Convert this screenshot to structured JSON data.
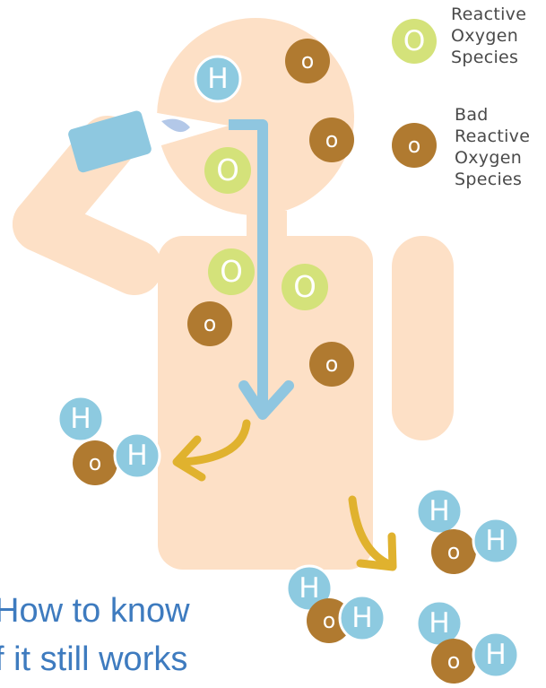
{
  "legend": {
    "ros": {
      "lines": [
        "Reactive",
        "Oxygen",
        "Species"
      ],
      "symbol": "O",
      "color": "#d4e27a"
    },
    "bad_ros": {
      "lines": [
        "Bad",
        "Reactive",
        "Oxygen",
        "Species"
      ],
      "symbol": "o",
      "color": "#b07a30"
    }
  },
  "atoms": {
    "hydrogen": "H",
    "oxygen_bad": "o",
    "oxygen_good": "O"
  },
  "caption": {
    "line1": "How to know",
    "line2": "f it still works"
  },
  "colors": {
    "body": "#fde0c6",
    "hydrogen": "#8dcae0",
    "bottle": "#8ec8e0",
    "flow_arrow": "#8fc6e0",
    "output_arrow": "#e0b22e",
    "good_oxygen": "#d4e27a",
    "bad_oxygen": "#b07a30",
    "caption": "#3e7bbf"
  }
}
